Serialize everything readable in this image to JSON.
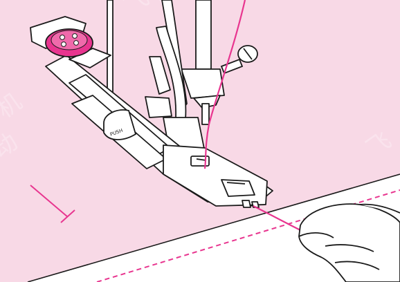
{
  "illustration": {
    "subject": "buttonhole-presser-foot-sewing",
    "foot_label": "PUSH",
    "colors": {
      "fabric": "#f8d9e6",
      "under_layer": "#ffffff",
      "outline": "#1a1a1a",
      "accent": "#e8358f",
      "metal_highlight": "#ffffff"
    },
    "watermark_text": "飞跃机"
  }
}
